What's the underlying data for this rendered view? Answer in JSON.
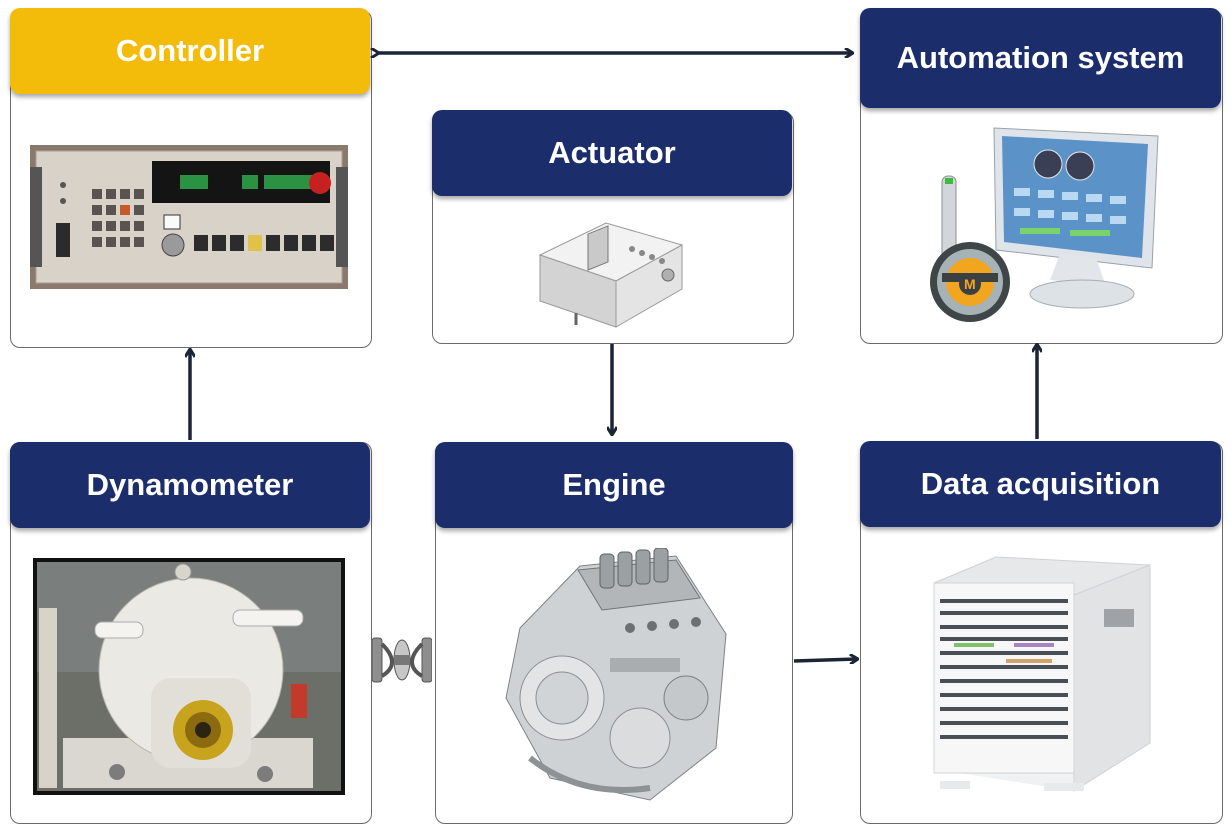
{
  "colors": {
    "header": "#1c2d6b",
    "highlight": "#f4bc0a",
    "arrow": "#1c2536",
    "header_text": "#ffffff"
  },
  "blocks": {
    "controller": {
      "title": "Controller",
      "image": "controller-panel-image",
      "style": "highlight"
    },
    "actuator": {
      "title": "Actuator",
      "image": "actuator-box-image",
      "style": "header"
    },
    "automation": {
      "title": "Automation system",
      "image": "automation-monitor-image",
      "style": "header"
    },
    "dynamometer": {
      "title": "Dynamometer",
      "image": "dynamometer-photo",
      "style": "header"
    },
    "engine": {
      "title": "Engine",
      "image": "engine-image",
      "style": "header"
    },
    "daq": {
      "title": "Data acquisition",
      "image": "daq-rack-image",
      "style": "header"
    }
  },
  "connections": [
    {
      "from": "controller",
      "to": "automation",
      "direction": "both"
    },
    {
      "from": "dynamometer",
      "to": "controller",
      "direction": "one-way"
    },
    {
      "from": "actuator",
      "to": "engine",
      "direction": "one-way"
    },
    {
      "from": "engine",
      "to": "daq",
      "direction": "one-way"
    },
    {
      "from": "daq",
      "to": "automation",
      "direction": "one-way"
    },
    {
      "from": "dynamometer",
      "to": "engine",
      "direction": "shaft-coupling"
    }
  ]
}
